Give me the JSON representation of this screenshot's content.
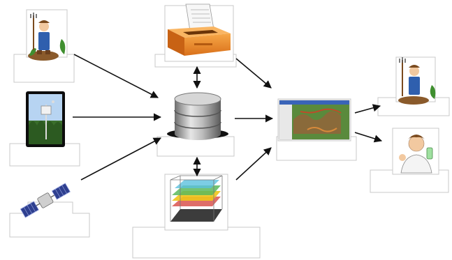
{
  "diagram": {
    "nodes": [
      {
        "id": "farmer-source",
        "icon": "farmer-icon"
      },
      {
        "id": "weather-station",
        "icon": "weather-station-icon"
      },
      {
        "id": "satellite",
        "icon": "satellite-icon"
      },
      {
        "id": "ballot-box",
        "icon": "ballot-box-icon"
      },
      {
        "id": "database",
        "icon": "database-icon"
      },
      {
        "id": "gis-model",
        "icon": "3d-terrain-model-icon"
      },
      {
        "id": "map-application",
        "icon": "map-window-icon"
      },
      {
        "id": "farmer-user",
        "icon": "farmer-icon"
      },
      {
        "id": "scientist-user",
        "icon": "scientist-icon"
      }
    ],
    "edges": [
      {
        "from": "farmer-source",
        "to": "database",
        "direction": "one-way"
      },
      {
        "from": "weather-station",
        "to": "database",
        "direction": "one-way"
      },
      {
        "from": "satellite",
        "to": "database",
        "direction": "one-way"
      },
      {
        "from": "ballot-box",
        "to": "database",
        "direction": "two-way"
      },
      {
        "from": "gis-model",
        "to": "database",
        "direction": "two-way"
      },
      {
        "from": "database",
        "to": "map-application",
        "direction": "one-way"
      },
      {
        "from": "ballot-box",
        "to": "map-application",
        "direction": "one-way"
      },
      {
        "from": "gis-model",
        "to": "map-application",
        "direction": "one-way"
      },
      {
        "from": "map-application",
        "to": "farmer-user",
        "direction": "one-way"
      },
      {
        "from": "map-application",
        "to": "scientist-user",
        "direction": "one-way"
      }
    ],
    "colors": {
      "arrow": "#111111",
      "box_border": "#c8c8c8",
      "ballot_box": "#f08a24",
      "database_metal": "#a8a8a8",
      "map_green": "#5a8a3c"
    }
  }
}
